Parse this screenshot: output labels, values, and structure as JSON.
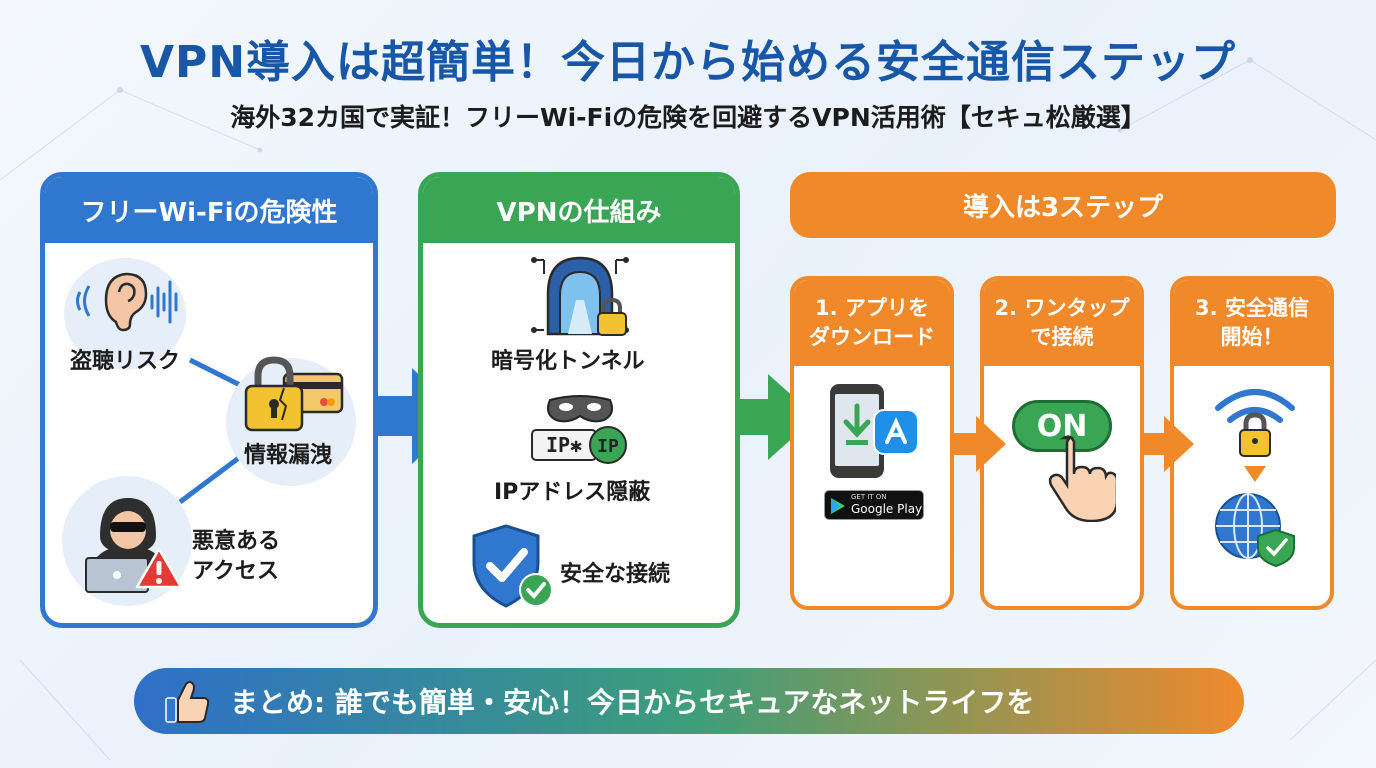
{
  "header": {
    "title": "VPN導入は超簡単！今日から始める安全通信ステップ",
    "subtitle": "海外32カ国で実証！フリーWi-Fiの危険を回避するVPN活用術【セキュ松厳選】"
  },
  "risks": {
    "heading": "フリーWi-Fiの危険性",
    "items": [
      "盗聴リスク",
      "情報漏洩",
      "悪意ある",
      "アクセス"
    ]
  },
  "mechanism": {
    "heading": "VPNの仕組み",
    "items": [
      "暗号化トンネル",
      "IPアドレス隠蔽",
      "安全な接続"
    ],
    "ip_mask_text": "IP✱",
    "ip_text": "IP"
  },
  "steps": {
    "heading": "導入は3ステップ",
    "items": [
      {
        "line1": "1. アプリを",
        "line2": "ダウンロード"
      },
      {
        "line1": "2. ワンタップ",
        "line2": "で接続"
      },
      {
        "line1": "3. 安全通信",
        "line2": "開始！"
      }
    ],
    "badge_small": "GET IT ON",
    "badge_big": "Google Play",
    "switch_label": "ON"
  },
  "summary": {
    "text": "まとめ: 誰でも簡単・安心！今日からセキュアなネットライフを"
  },
  "colors": {
    "title": "#1857a8",
    "blue": "#2f77cf",
    "green": "#3aa655",
    "orange": "#f0892a"
  },
  "icons": [
    "ear-icon",
    "padlock-icon",
    "credit-card-icon",
    "hacker-icon",
    "warning-icon",
    "tunnel-icon",
    "mask-icon",
    "shield-check-icon",
    "smartphone-icon",
    "app-store-icon",
    "hand-pointer-icon",
    "wifi-icon",
    "globe-icon",
    "thumbs-up-icon"
  ]
}
